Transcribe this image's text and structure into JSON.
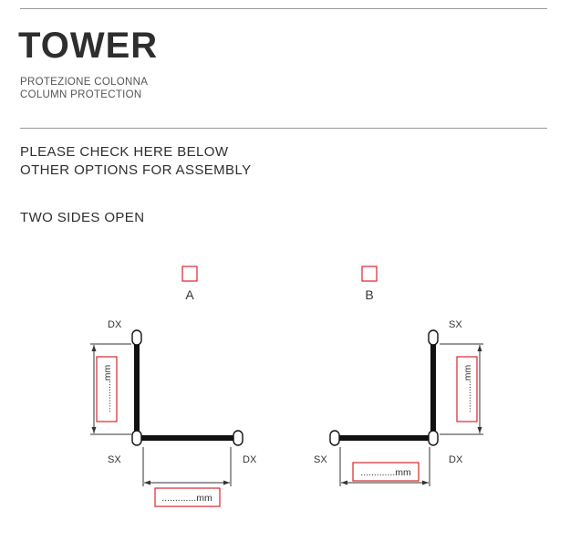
{
  "header": {
    "title": "TOWER",
    "subtitle_it": "PROTEZIONE COLONNA",
    "subtitle_en": "COLUMN PROTECTION"
  },
  "instructions": {
    "line1": "PLEASE CHECK HERE BELOW",
    "line2": "OTHER OPTIONS FOR ASSEMBLY"
  },
  "section_title": "TWO SIDES OPEN",
  "options": [
    {
      "letter": "A",
      "label_top": "DX",
      "label_corner": "SX",
      "label_end": "DX",
      "vertical_field": "............mm",
      "horizontal_field": ".............mm"
    },
    {
      "letter": "B",
      "label_top": "SX",
      "label_end": "SX",
      "label_corner": "DX",
      "vertical_field": "............mm",
      "horizontal_field": ".............mm"
    }
  ],
  "colors": {
    "text": "#333333",
    "rule": "#9a9a9a",
    "checkbox": "#d9262c",
    "bar": "#111111"
  }
}
